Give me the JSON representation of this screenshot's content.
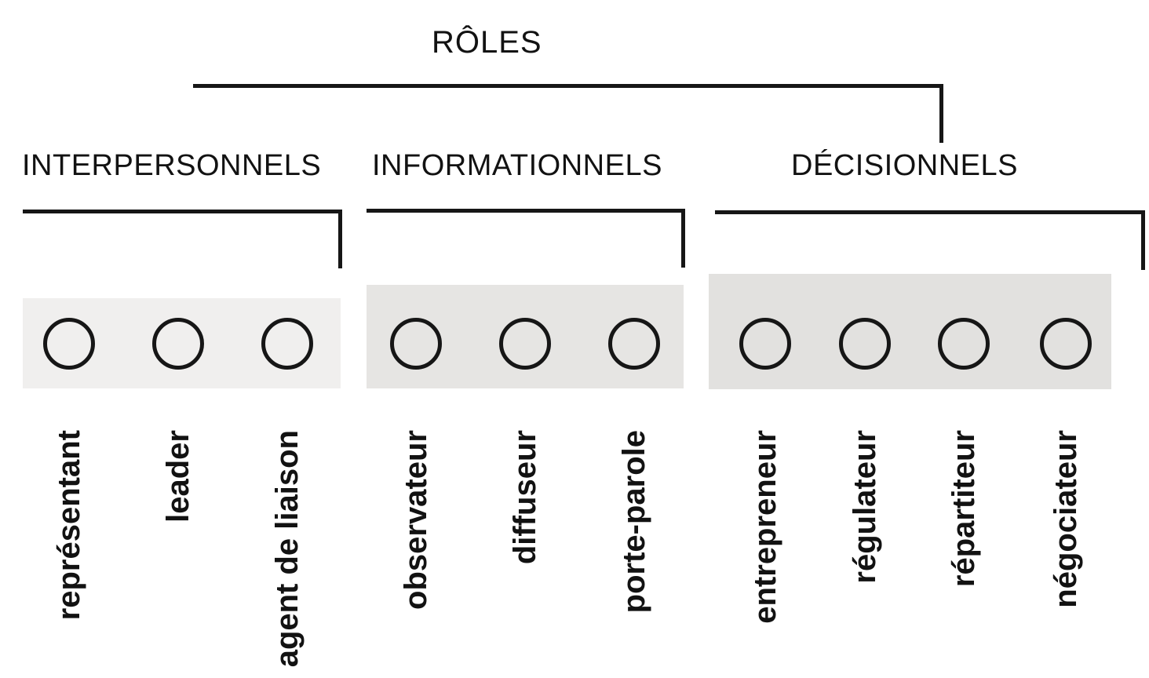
{
  "title": "RÔLES",
  "sections": [
    {
      "label": "INTERPERSONNELS",
      "items": [
        "représentant",
        "leader",
        "agent de liaison"
      ]
    },
    {
      "label": "INFORMATIONNELS",
      "items": [
        "observateur",
        "diffuseur",
        "porte-parole"
      ]
    },
    {
      "label": "DÉCISIONNELS",
      "items": [
        "entrepreneur",
        "régulateur",
        "répartiteur",
        "négociateur"
      ]
    }
  ],
  "colors": {
    "line": "#161616",
    "text": "#121212",
    "box_interpersonnels": "#f0efee",
    "box_informationnels": "#e6e5e3",
    "box_decisionnels": "#e2e1df",
    "background": "#ffffff"
  }
}
